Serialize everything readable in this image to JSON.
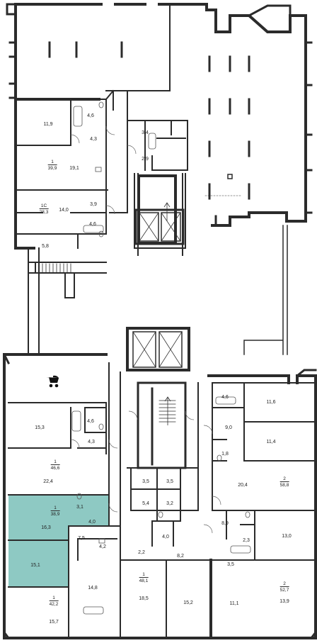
{
  "colors": {
    "wall": "#2b2b2b",
    "thin": "#555555",
    "highlight": "#8ec9c3",
    "background": "#ffffff"
  },
  "icons": [
    "stroller-icon",
    "elevator-icon",
    "stairs-icon",
    "bath-icon",
    "toilet-icon",
    "sink-icon"
  ],
  "highlighted_unit": {
    "rooms": 1,
    "area": "38,9"
  },
  "units": [
    {
      "rooms": "1",
      "area": "39,9"
    },
    {
      "rooms": "1С",
      "area": "28,3"
    },
    {
      "rooms": "1",
      "area": "46,6"
    },
    {
      "rooms": "1",
      "area": "38,9"
    },
    {
      "rooms": "1",
      "area": "42,2"
    },
    {
      "rooms": "1",
      "area": "48,1"
    },
    {
      "rooms": "2",
      "area": "58,8"
    },
    {
      "rooms": "2",
      "area": "52,7"
    }
  ],
  "rooms": [
    "11,9",
    "4,6",
    "4,3",
    "19,1",
    "3,4",
    "2,9",
    "14,0",
    "3,9",
    "4,6",
    "5,8",
    "15,3",
    "4,6",
    "4,3",
    "22,4",
    "3,1",
    "16,3",
    "4,0",
    "15,1",
    "7,5",
    "4,2",
    "14,8",
    "15,7",
    "3,5",
    "3,5",
    "5,4",
    "3,2",
    "4,0",
    "2,2",
    "8,2",
    "18,5",
    "15,2",
    "4,6",
    "11,6",
    "9,0",
    "11,4",
    "1,8",
    "20,4",
    "8,9",
    "2,3",
    "13,0",
    "3,5",
    "11,1",
    "13,9"
  ]
}
